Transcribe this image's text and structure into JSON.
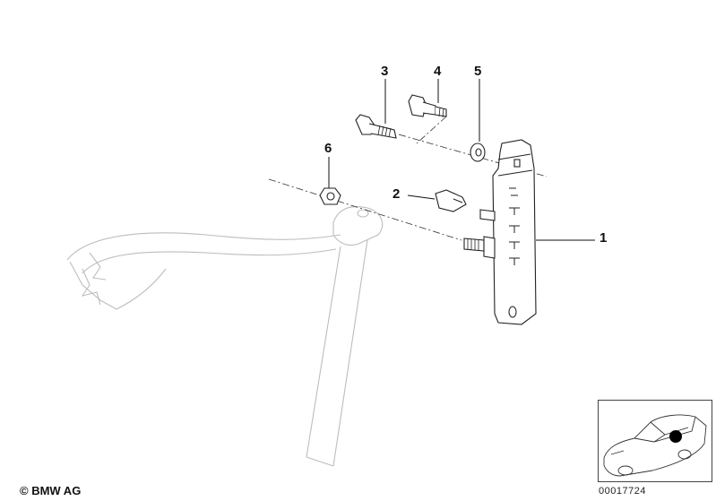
{
  "callouts": {
    "c1": "1",
    "c2": "2",
    "c3": "3",
    "c4": "4",
    "c5": "5",
    "c6": "6"
  },
  "footer": {
    "copyright": "© BMW AG",
    "doc_number": "00017724"
  },
  "colors": {
    "line": "#222222",
    "ghost": "#bdbdbd",
    "marker": "#000000"
  }
}
